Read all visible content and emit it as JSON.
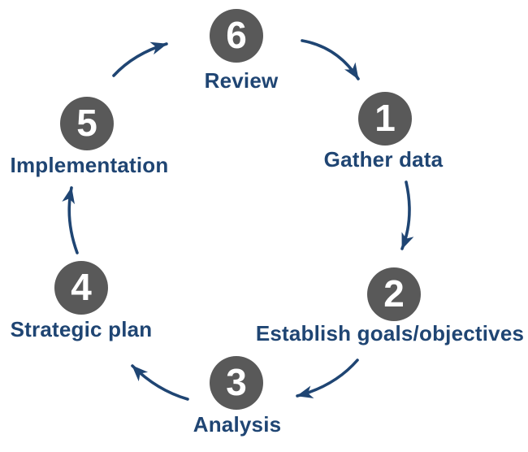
{
  "diagram": {
    "type": "cycle",
    "colors": {
      "background": "#ffffff",
      "circle": "#595959",
      "number": "#ffffff",
      "text": "#1f4573",
      "arrow": "#1f4573"
    },
    "steps": [
      {
        "number": "1",
        "label": "Gather data"
      },
      {
        "number": "2",
        "label": "Establish goals/objectives"
      },
      {
        "number": "3",
        "label": "Analysis"
      },
      {
        "number": "4",
        "label": "Strategic plan"
      },
      {
        "number": "5",
        "label": "Implementation"
      },
      {
        "number": "6",
        "label": "Review"
      }
    ],
    "flow": [
      "6 -> 1",
      "1 -> 2",
      "2 -> 3",
      "3 -> 4",
      "4 -> 5",
      "5 -> 6"
    ]
  }
}
